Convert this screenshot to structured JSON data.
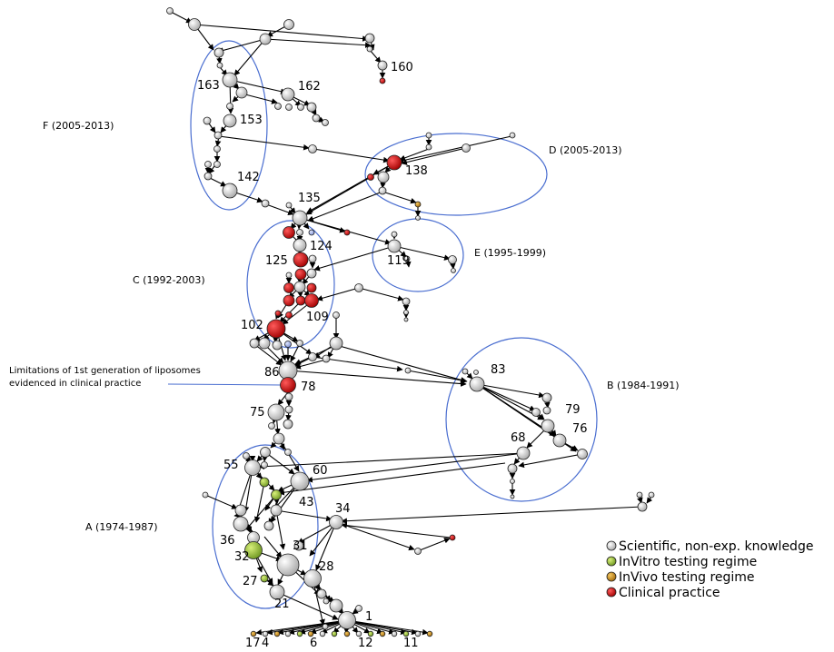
{
  "node_labels": {
    "n1": "1",
    "n4": "4",
    "n6": "6",
    "n11": "11",
    "n12": "12",
    "n17": "17",
    "n21": "21",
    "n27": "27",
    "n28": "28",
    "n31": "31",
    "n32": "32",
    "n34": "34",
    "n36": "36",
    "n43": "43",
    "n55": "55",
    "n60": "60",
    "n68": "68",
    "n75": "75",
    "n76": "76",
    "n78": "78",
    "n79": "79",
    "n83": "83",
    "n86": "86",
    "n102": "102",
    "n109": "109",
    "n119": "119",
    "n124": "124",
    "n125": "125",
    "n135": "135",
    "n138": "138",
    "n142": "142",
    "n153": "153",
    "n160": "160",
    "n162": "162",
    "n163": "163"
  },
  "clusters": {
    "A": "A (1974-1987)",
    "B": "B (1984-1991)",
    "C": "C (1992-2003)",
    "D": "D (2005-2013)",
    "E": "E (1995-1999)",
    "F": "F (2005-2013)"
  },
  "annotation": {
    "line1": "Limitations of 1st generation of liposomes",
    "line2": "evidenced in clinical practice"
  },
  "legend": [
    {
      "label": "Scientific, non-exp. knowledge",
      "color": "#c8c8c8"
    },
    {
      "label": "InVitro testing regime",
      "color": "#8db63a"
    },
    {
      "label": "InVivo testing regime",
      "color": "#c98f1c"
    },
    {
      "label": "Clinical practice",
      "color": "#cc0000"
    }
  ],
  "colors": {
    "scientific": "#c8c8c8",
    "invitro": "#8db63a",
    "invivo": "#c98f1c",
    "clinical": "#cc0000",
    "ellipse": "#4a6ed0"
  }
}
